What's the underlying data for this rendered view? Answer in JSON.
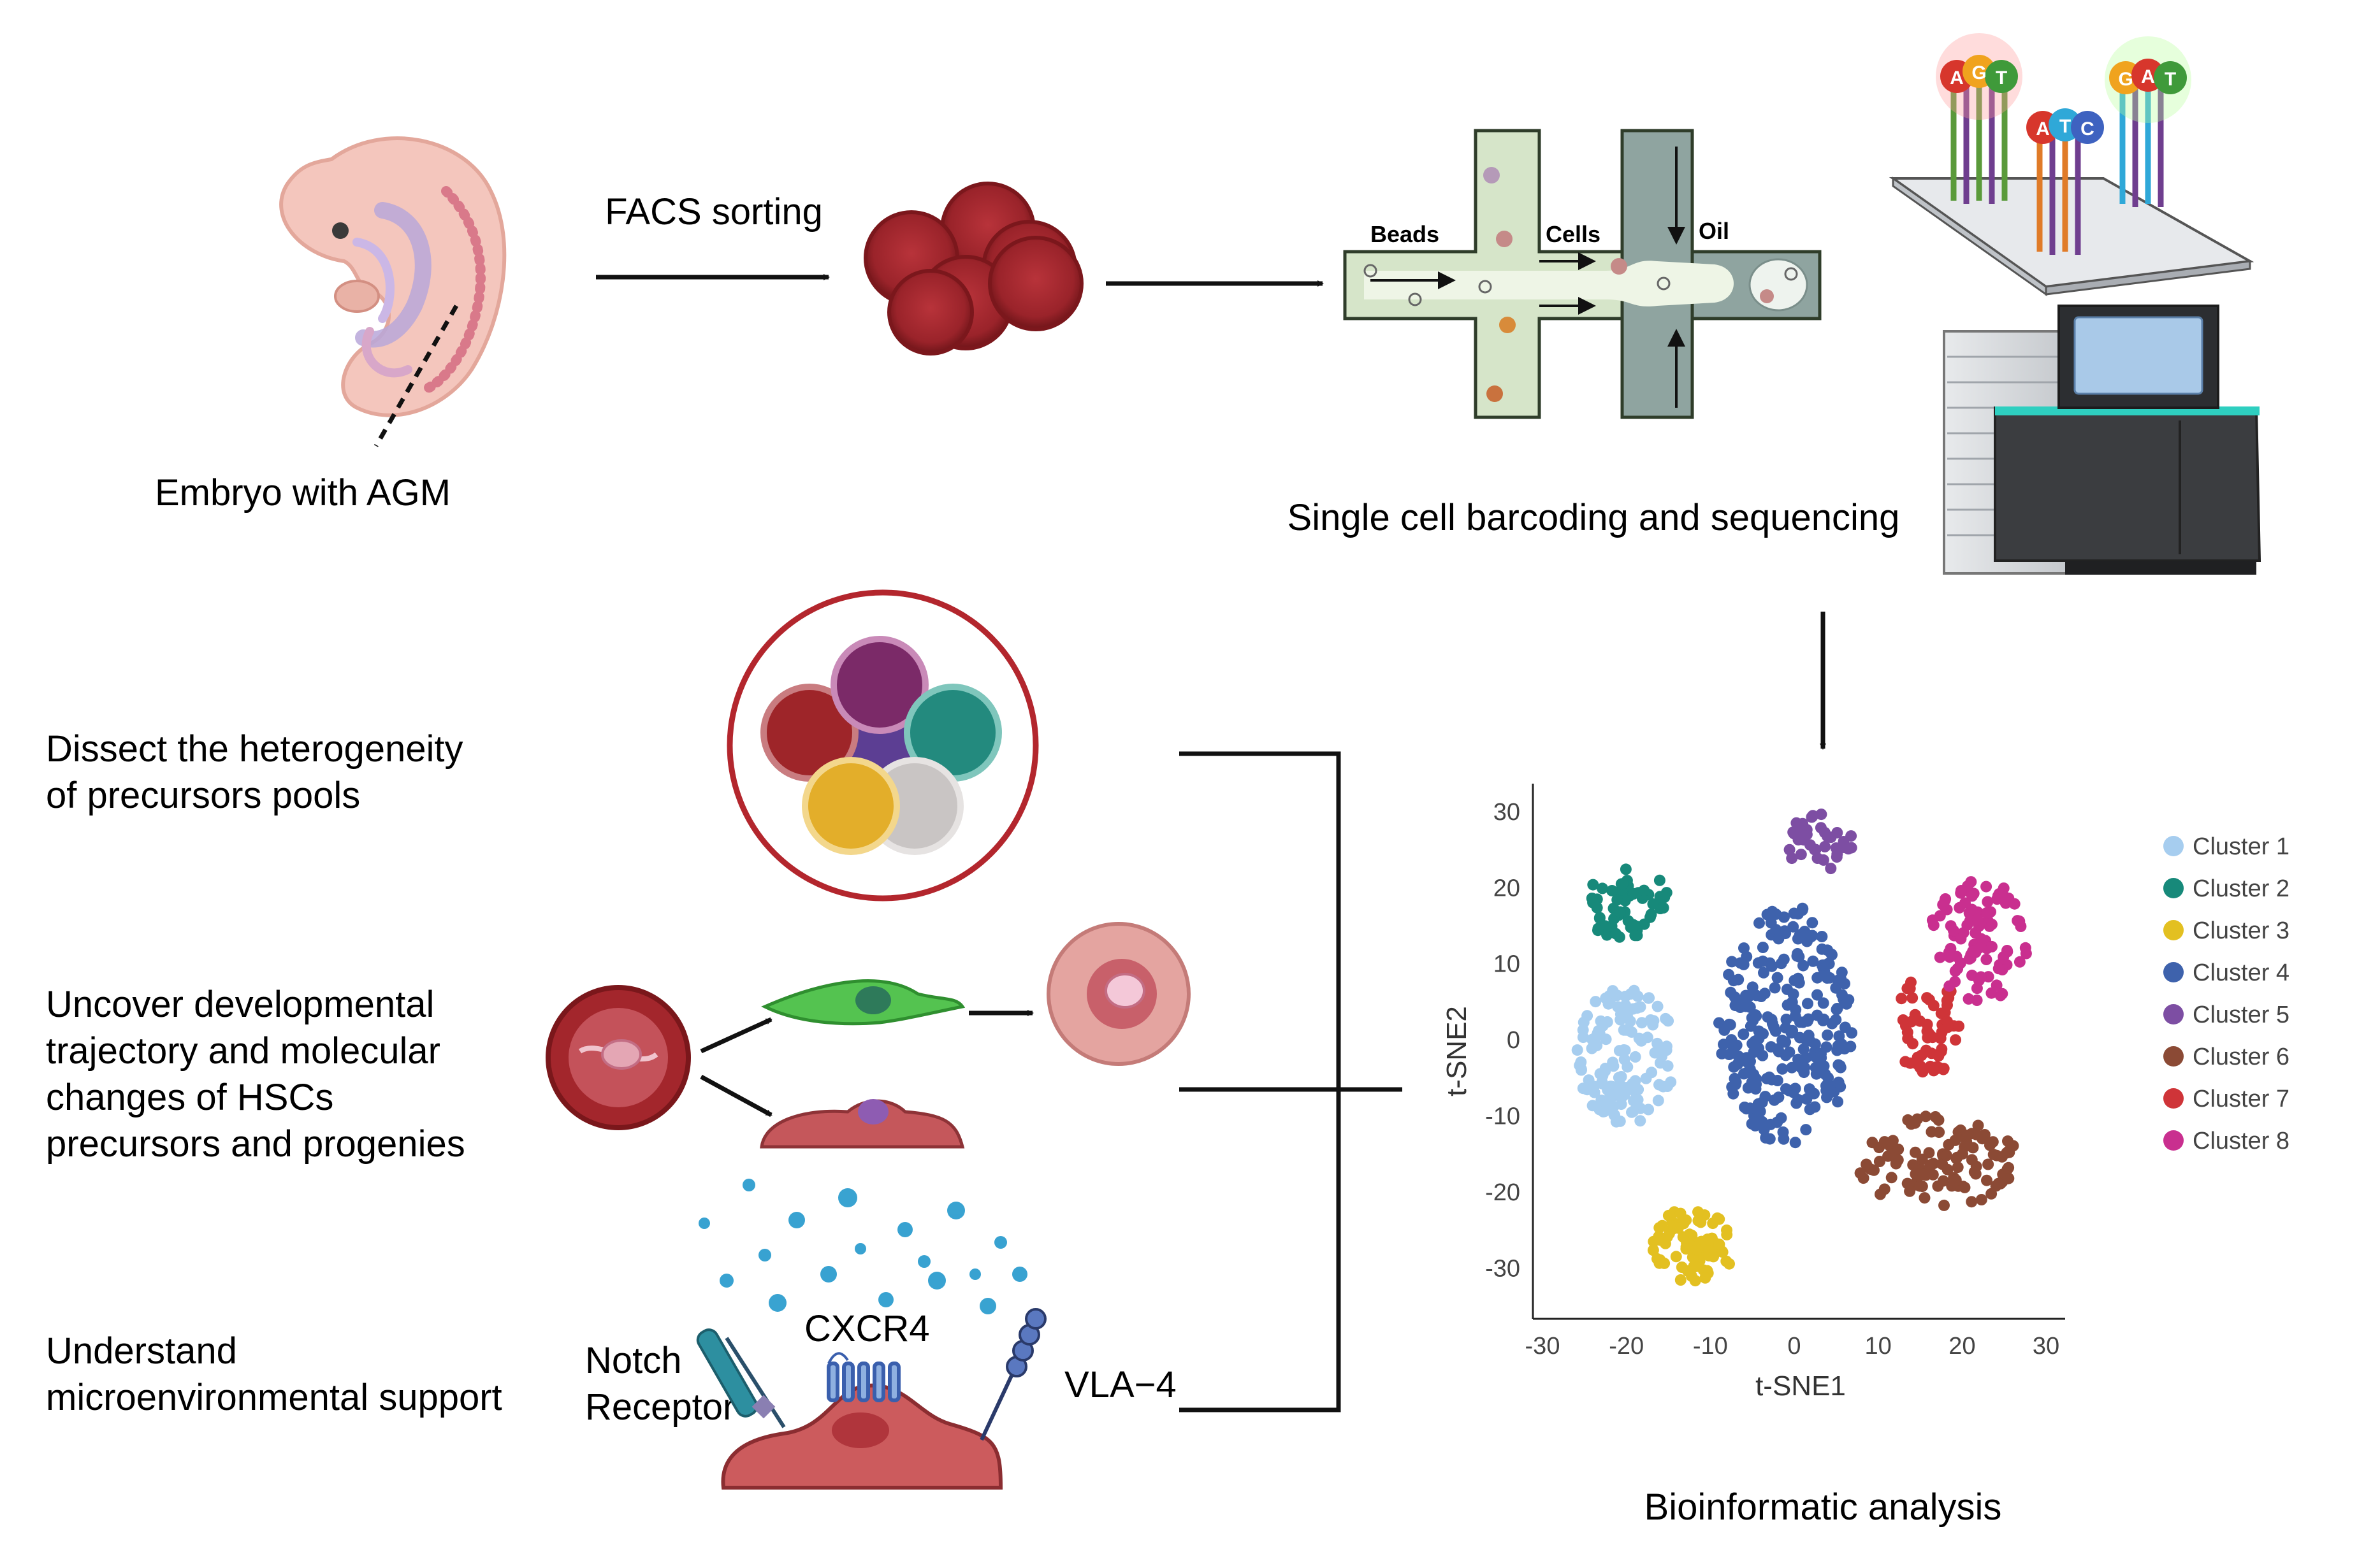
{
  "steps": {
    "embryo_label": "Embryo with AGM",
    "facs_label": "FACS sorting",
    "microfluidic": {
      "beads": "Beads",
      "cells": "Cells",
      "oil": "Oil"
    },
    "sequencing_label": "Single cell barcoding and sequencing",
    "bioinformatic_label": "Bioinformatic analysis"
  },
  "flowcell_bases": {
    "left": [
      "A",
      "G",
      "T"
    ],
    "middle": [
      "A",
      "T",
      "C"
    ],
    "right": [
      "G",
      "A",
      "T"
    ]
  },
  "goals": {
    "g1": [
      "Dissect the heterogeneity",
      "of precursors pools"
    ],
    "g2": [
      "Uncover developmental",
      "trajectory and molecular",
      "changes of HSCs",
      "precursors and progenies"
    ],
    "g3": [
      "Understand",
      "microenvironmental support"
    ]
  },
  "receptors": {
    "notch": [
      "Notch",
      "Receptor"
    ],
    "cxcr4": "CXCR4",
    "vla4": "VLA−4"
  },
  "colors": {
    "red_cell": "#a3262c",
    "cluster_1": "#a6cdef",
    "cluster_2": "#17897a",
    "cluster_3": "#e3c021",
    "cluster_4": "#3e62ac",
    "cluster_5": "#7d4ea3",
    "cluster_6": "#8b4a35",
    "cluster_7": "#cf3438",
    "cluster_8": "#c92f8f"
  },
  "chart_data": {
    "type": "scatter",
    "xlabel": "t-SNE1",
    "ylabel": "t-SNE2",
    "xlim": [
      -30,
      30
    ],
    "ylim": [
      -35,
      32
    ],
    "x_ticks": [
      -30,
      -20,
      -10,
      0,
      10,
      20,
      30
    ],
    "y_ticks": [
      30,
      20,
      10,
      0,
      -10,
      -20,
      -30
    ],
    "grid": false,
    "legend_position": "right",
    "series": [
      {
        "name": "Cluster 1",
        "color": "#a6cdef",
        "center": [
          -20,
          -2
        ],
        "spread": [
          6,
          9
        ],
        "count": 130
      },
      {
        "name": "Cluster 2",
        "color": "#17897a",
        "center": [
          -20,
          18
        ],
        "spread": [
          5,
          5
        ],
        "count": 55
      },
      {
        "name": "Cluster 3",
        "color": "#e3c021",
        "center": [
          -12,
          -27
        ],
        "spread": [
          5,
          5
        ],
        "count": 75
      },
      {
        "name": "Cluster 4",
        "color": "#3e62ac",
        "center": [
          -1,
          2
        ],
        "spread": [
          8,
          16
        ],
        "count": 260
      },
      {
        "name": "Cluster 5",
        "color": "#7d4ea3",
        "center": [
          3,
          26
        ],
        "spread": [
          4,
          4
        ],
        "count": 38
      },
      {
        "name": "Cluster 6",
        "color": "#8b4a35",
        "center": [
          17,
          -16
        ],
        "spread": [
          10,
          6
        ],
        "count": 110
      },
      {
        "name": "Cluster 7",
        "color": "#cf3438",
        "center": [
          16,
          2
        ],
        "spread": [
          4,
          7
        ],
        "count": 60
      },
      {
        "name": "Cluster 8",
        "color": "#c92f8f",
        "center": [
          22,
          13
        ],
        "spread": [
          6,
          8
        ],
        "count": 95
      }
    ]
  }
}
